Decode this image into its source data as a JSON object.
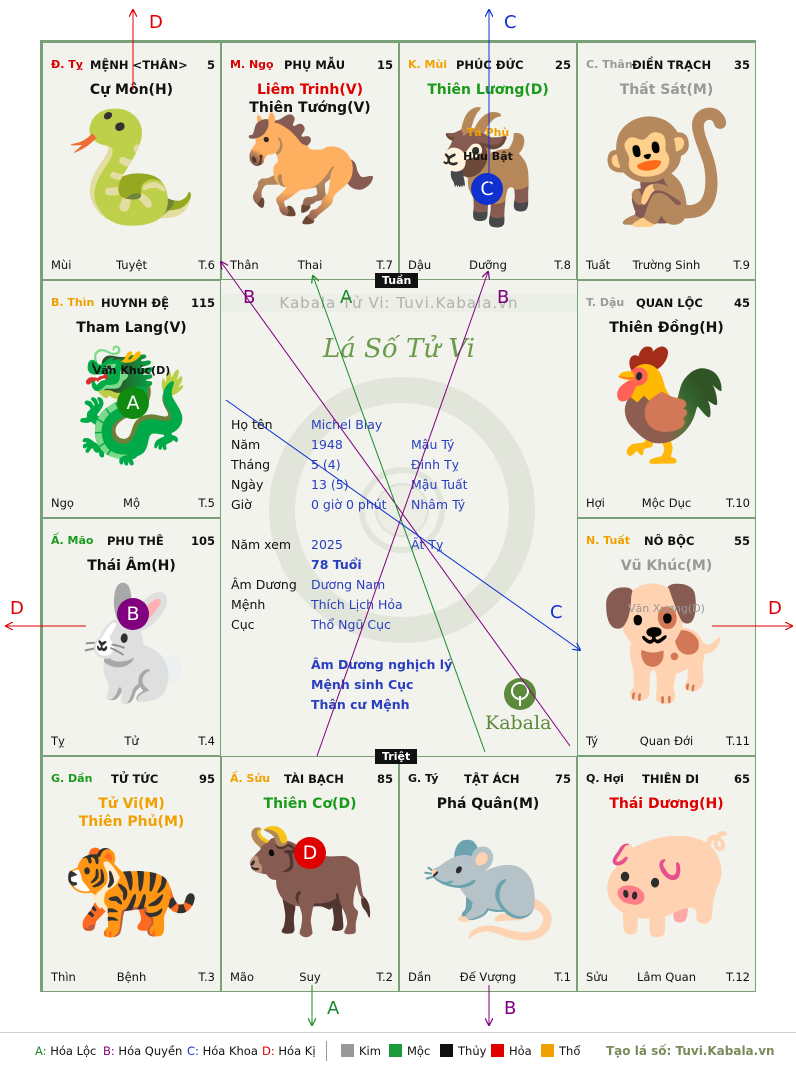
{
  "palaces": [
    {
      "id": "ty",
      "can": "Đ. Tỵ",
      "can_color": "#d60000",
      "name": "MỆNH <THÂN>",
      "number": "5",
      "stars": [
        {
          "text": "Cự Môn(H)",
          "color": "#111111"
        }
      ],
      "minor": [],
      "foot_left": "Mùi",
      "foot_center": "Tuyệt",
      "foot_right": "T.6",
      "zodiac": "🐍"
    },
    {
      "id": "ngo",
      "can": "M. Ngọ",
      "can_color": "#d60000",
      "name": "PHỤ MẪU",
      "number": "15",
      "stars": [
        {
          "text": "Liêm Trinh(V)",
          "color": "#e00000"
        },
        {
          "text": "Thiên Tướng(V)",
          "color": "#111111"
        }
      ],
      "minor": [],
      "foot_left": "Thân",
      "foot_center": "Thai",
      "foot_right": "T.7",
      "zodiac": "🐎"
    },
    {
      "id": "mui",
      "can": "K. Mùi",
      "can_color": "#f0a000",
      "name": "PHÚC ĐỨC",
      "number": "25",
      "stars": [
        {
          "text": "Thiên Lương(D)",
          "color": "#1a9a1a"
        }
      ],
      "minor": [
        {
          "text": "Tả Phù",
          "color": "#f0a000"
        },
        {
          "text": "Hữu Bật",
          "color": "#111111"
        }
      ],
      "foot_left": "Dậu",
      "foot_center": "Dưỡng",
      "foot_right": "T.8",
      "zodiac": "🐐"
    },
    {
      "id": "than",
      "can": "C. Thân",
      "can_color": "#999999",
      "name": "ĐIỀN TRẠCH",
      "number": "35",
      "stars": [
        {
          "text": "Thất Sát(M)",
          "color": "#999999"
        }
      ],
      "minor": [],
      "foot_left": "Tuất",
      "foot_center": "Trường Sinh",
      "foot_right": "T.9",
      "zodiac": "🐒"
    },
    {
      "id": "thin",
      "can": "B. Thìn",
      "can_color": "#f0a000",
      "name": "HUYNH ĐỆ",
      "number": "115",
      "stars": [
        {
          "text": "Tham Lang(V)",
          "color": "#111111"
        }
      ],
      "minor": [
        {
          "text": "Văn Khúc(D)",
          "color": "#111111"
        }
      ],
      "foot_left": "Ngọ",
      "foot_center": "Mộ",
      "foot_right": "T.5",
      "zodiac": "🐉"
    },
    {
      "id": "dau",
      "can": "T. Dậu",
      "can_color": "#999999",
      "name": "QUAN LỘC",
      "number": "45",
      "stars": [
        {
          "text": "Thiên Đồng(H)",
          "color": "#111111"
        }
      ],
      "minor": [],
      "foot_left": "Hợi",
      "foot_center": "Mộc Dục",
      "foot_right": "T.10",
      "zodiac": "🐓"
    },
    {
      "id": "mao",
      "can": "Ấ. Mão",
      "can_color": "#1a9a1a",
      "name": "PHU THÊ",
      "number": "105",
      "stars": [
        {
          "text": "Thái Âm(H)",
          "color": "#111111"
        }
      ],
      "minor": [],
      "foot_left": "Tỵ",
      "foot_center": "Tử",
      "foot_right": "T.4",
      "zodiac": "🐇"
    },
    {
      "id": "tuat",
      "can": "N. Tuất",
      "can_color": "#f0a000",
      "name": "NÔ BỘC",
      "number": "55",
      "stars": [
        {
          "text": "Vũ Khúc(M)",
          "color": "#999999"
        }
      ],
      "minor": [
        {
          "text": "Văn Xương(D)",
          "color": "#999999"
        }
      ],
      "foot_left": "Tý",
      "foot_center": "Quan Đới",
      "foot_right": "T.11",
      "zodiac": "🐕"
    },
    {
      "id": "dan",
      "can": "G. Dần",
      "can_color": "#1a9a1a",
      "name": "TỬ TỨC",
      "number": "95",
      "stars": [
        {
          "text": "Tử Vi(M)",
          "color": "#f0a000"
        },
        {
          "text": "Thiên Phủ(M)",
          "color": "#f0a000"
        }
      ],
      "minor": [],
      "foot_left": "Thìn",
      "foot_center": "Bệnh",
      "foot_right": "T.3",
      "zodiac": "🐅"
    },
    {
      "id": "suu",
      "can": "Ấ. Sửu",
      "can_color": "#f0a000",
      "name": "TÀI BẠCH",
      "number": "85",
      "stars": [
        {
          "text": "Thiên Cơ(D)",
          "color": "#1a9a1a"
        }
      ],
      "minor": [],
      "foot_left": "Mão",
      "foot_center": "Suy",
      "foot_right": "T.2",
      "zodiac": "🐂"
    },
    {
      "id": "tyrat",
      "can": "G. Tý",
      "can_color": "#111111",
      "name": "TẬT ÁCH",
      "number": "75",
      "stars": [
        {
          "text": "Phá Quân(M)",
          "color": "#111111"
        }
      ],
      "minor": [],
      "foot_left": "Dần",
      "foot_center": "Đế Vượng",
      "foot_right": "T.1",
      "zodiac": "🐀"
    },
    {
      "id": "hoi",
      "can": "Q. Hợi",
      "can_color": "#111111",
      "name": "THIÊN DI",
      "number": "65",
      "stars": [
        {
          "text": "Thái Dương(H)",
          "color": "#e00000"
        }
      ],
      "minor": [],
      "foot_left": "Sửu",
      "foot_center": "Lâm Quan",
      "foot_right": "T.12",
      "zodiac": "🐖"
    }
  ],
  "badges": {
    "a": "A",
    "b": "B",
    "c": "C",
    "d": "D"
  },
  "center": {
    "tuan": "Tuần",
    "triet": "Triệt",
    "watermark": "Kabala Tử Vi: Tuvi.Kabala.vn",
    "logo_title": "Lá Số Tử Vi",
    "brand": "Kabala",
    "rows": [
      {
        "label": "Họ tên",
        "value": "Michel Blay",
        "extra": ""
      },
      {
        "label": "Năm",
        "value": "1948",
        "extra": "Mậu Tý"
      },
      {
        "label": "Tháng",
        "value": "5  (4)",
        "extra": "Đinh Tỵ"
      },
      {
        "label": "Ngày",
        "value": "13  (5)",
        "extra": "Mậu Tuất"
      },
      {
        "label": "Giờ",
        "value": "0 giờ 0 phút",
        "extra": "Nhâm Tý"
      }
    ],
    "nam_xem_label": "Năm xem",
    "nam_xem": "2025",
    "nam_xem_can": "Ất Tỵ",
    "tuoi": "78 Tuổi",
    "rows2": [
      {
        "label": "Âm Dương",
        "value": "Dương Nam"
      },
      {
        "label": "Mệnh",
        "value": "Thích Lịch Hỏa"
      },
      {
        "label": "Cục",
        "value": "Thổ Ngũ Cục"
      }
    ],
    "notes": [
      "Âm Dương nghịch lý",
      "Mệnh sinh Cục",
      "Thân cư Mệnh"
    ]
  },
  "arrows": {
    "top_left": "D",
    "top_right": "C",
    "left": "D",
    "right": "D",
    "bottom_left": "A",
    "bottom_right": "B",
    "line_b1": "B",
    "line_a": "A",
    "line_b2": "B",
    "line_c": "C"
  },
  "colors": {
    "a": "#1a8a2a",
    "b": "#800080",
    "c": "#1030d0",
    "d": "#e00000",
    "border": "#7aa07a"
  },
  "legend": {
    "hoa": [
      {
        "key": "A:",
        "text": "Hóa Lộc",
        "color": "#1a8a2a"
      },
      {
        "key": "B:",
        "text": "Hóa Quyền",
        "color": "#800080"
      },
      {
        "key": "C:",
        "text": "Hóa Khoa",
        "color": "#1030d0"
      },
      {
        "key": "D:",
        "text": "Hóa Kị",
        "color": "#e00000"
      }
    ],
    "elements": [
      {
        "text": "Kim",
        "color": "#999999"
      },
      {
        "text": "Mộc",
        "color": "#1a9a3a"
      },
      {
        "text": "Thủy",
        "color": "#111111"
      },
      {
        "text": "Hỏa",
        "color": "#e00000"
      },
      {
        "text": "Thổ",
        "color": "#f0a000"
      }
    ],
    "site": "Tạo lá số: Tuvi.Kabala.vn"
  }
}
